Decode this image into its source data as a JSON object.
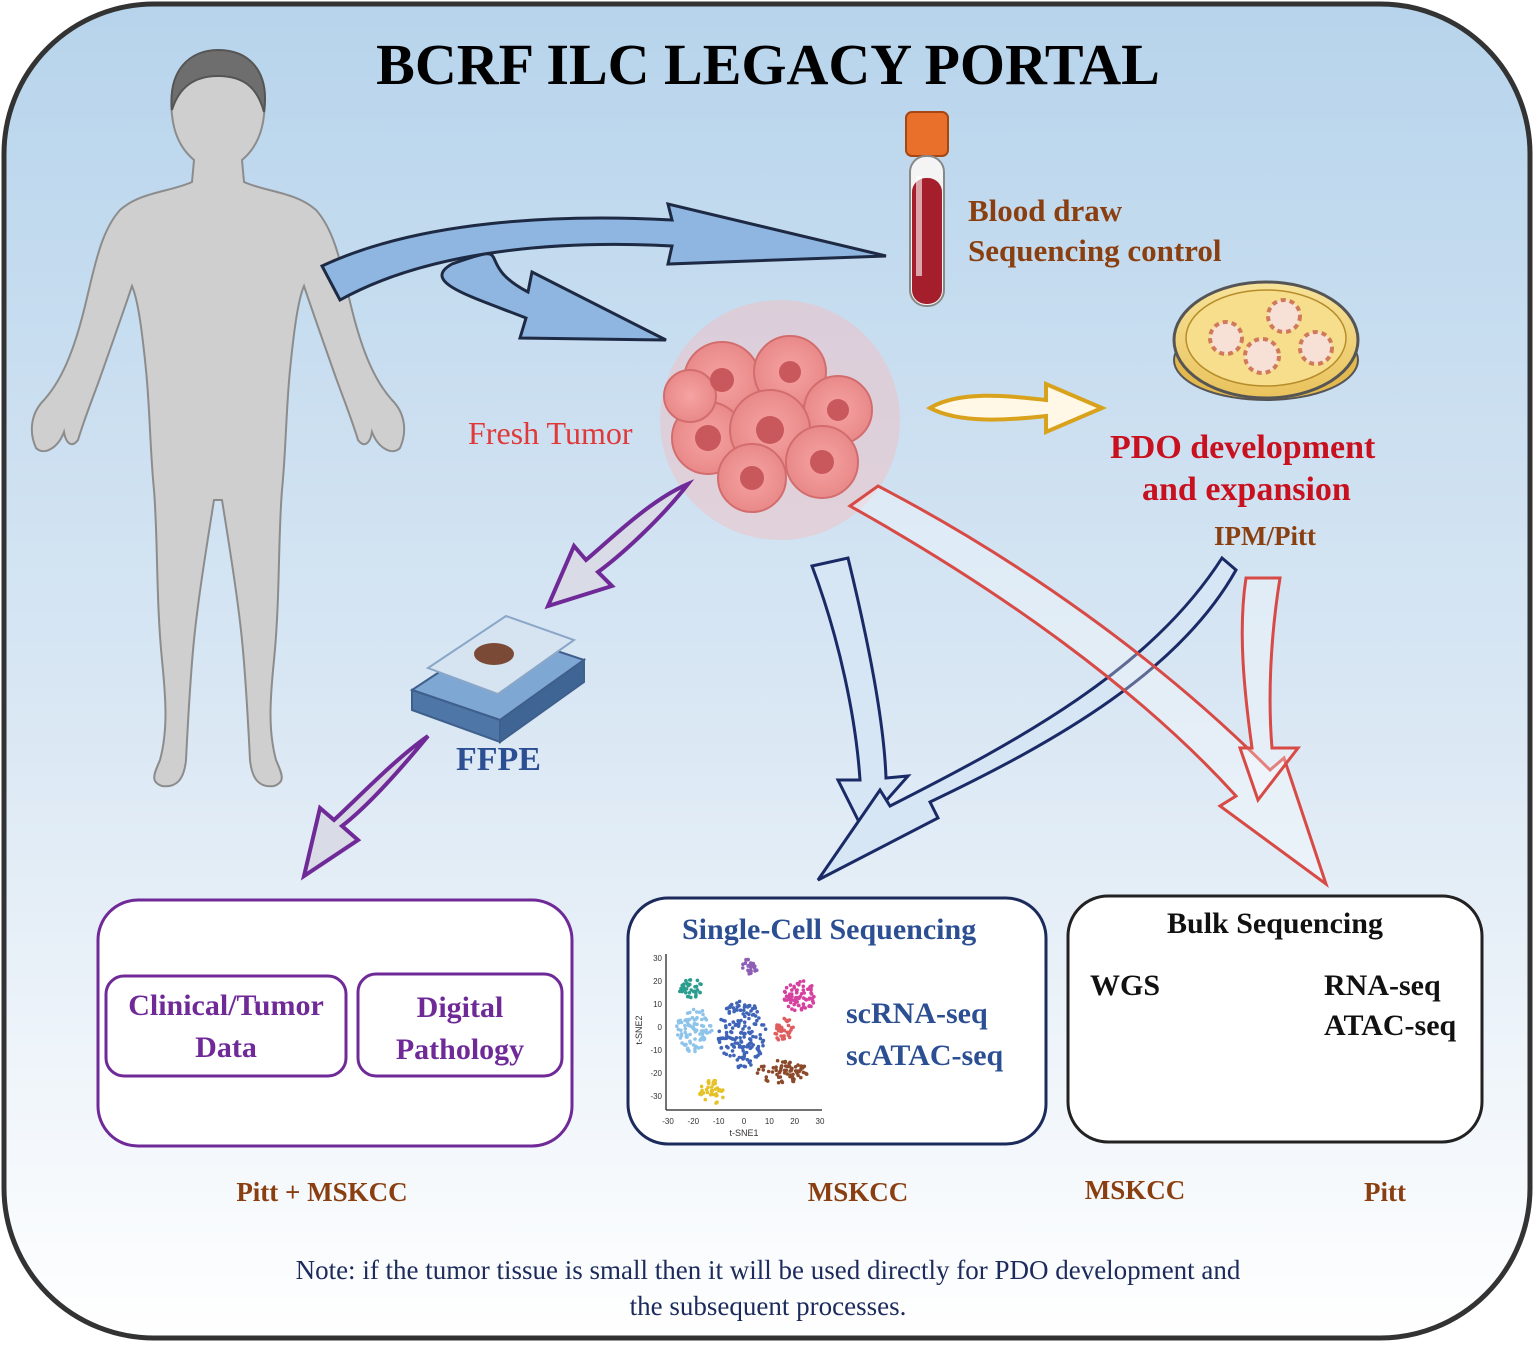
{
  "title": "BCRF ILC LEGACY PORTAL",
  "blood": {
    "line1": "Blood draw",
    "line2": "Sequencing control"
  },
  "tumor": {
    "label": "Fresh Tumor"
  },
  "pdo": {
    "line1": "PDO development",
    "line2": "and expansion",
    "site": "IPM/Pitt"
  },
  "ffpe": {
    "label": "FFPE"
  },
  "clinical": {
    "box1_line1": "Clinical/Tumor",
    "box1_line2": "Data",
    "box2_line1": "Digital",
    "box2_line2": "Pathology",
    "site": "Pitt + MSKCC"
  },
  "single_cell": {
    "title": "Single-Cell Sequencing",
    "assay1": "scRNA-seq",
    "assay2": "scATAC-seq",
    "site": "MSKCC",
    "plot": {
      "xlabel": "t-SNE1",
      "ylabel": "t-SNE2",
      "xticks": [
        "-30",
        "-20",
        "-10",
        "0",
        "10",
        "20",
        "30"
      ],
      "yticks": [
        "30",
        "20",
        "10",
        "0",
        "-10",
        "-20",
        "-30"
      ],
      "cluster_colors": [
        "#2a9d8f",
        "#8e5fb7",
        "#d6409f",
        "#e05d5d",
        "#8ec3ea",
        "#3f64b8",
        "#8b4a2b",
        "#e6c229"
      ]
    }
  },
  "bulk": {
    "title": "Bulk Sequencing",
    "wgs": "WGS",
    "rna": "RNA-seq",
    "atac": "ATAC-seq",
    "site1": "MSKCC",
    "site2": "Pitt"
  },
  "note": {
    "line1": "Note: if the tumor tissue is small then it will be used directly for PDO development and",
    "line2": "the subsequent processes."
  },
  "colors": {
    "arrow_blue": "#8fb6e0",
    "arrow_purple": "#6f2a98",
    "arrow_red": "#d84a45",
    "arrow_gold": "#d9a21c",
    "box_navy": "#1c2a5c"
  }
}
